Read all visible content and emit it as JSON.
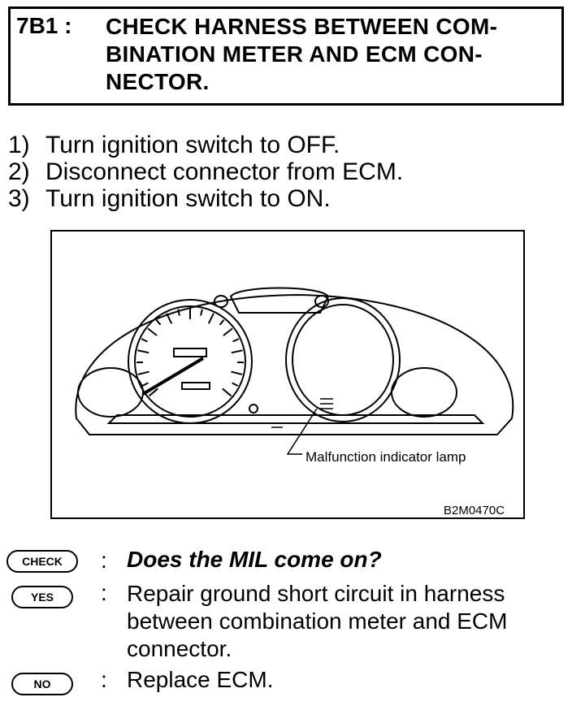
{
  "header": {
    "step_code": "7B1 :",
    "title_lines": [
      "CHECK HARNESS BETWEEN COM-",
      "BINATION METER AND ECM CON-",
      "NECTOR."
    ]
  },
  "instructions": [
    {
      "num": "1)",
      "text": "Turn ignition switch to OFF."
    },
    {
      "num": "2)",
      "text": "Disconnect connector from ECM."
    },
    {
      "num": "3)",
      "text": "Turn ignition switch to ON."
    }
  ],
  "figure": {
    "callout_label": "Malfunction indicator lamp",
    "figure_id": "B2M0470C"
  },
  "check": {
    "badge": "CHECK",
    "colon": ":",
    "question": "Does the MIL come on?"
  },
  "yes": {
    "badge": "YES",
    "colon": ":",
    "lines": [
      "Repair ground short circuit in harness",
      "between combination meter and ECM",
      "connector."
    ]
  },
  "no": {
    "badge": "NO",
    "colon": ":",
    "text": "Replace ECM."
  }
}
